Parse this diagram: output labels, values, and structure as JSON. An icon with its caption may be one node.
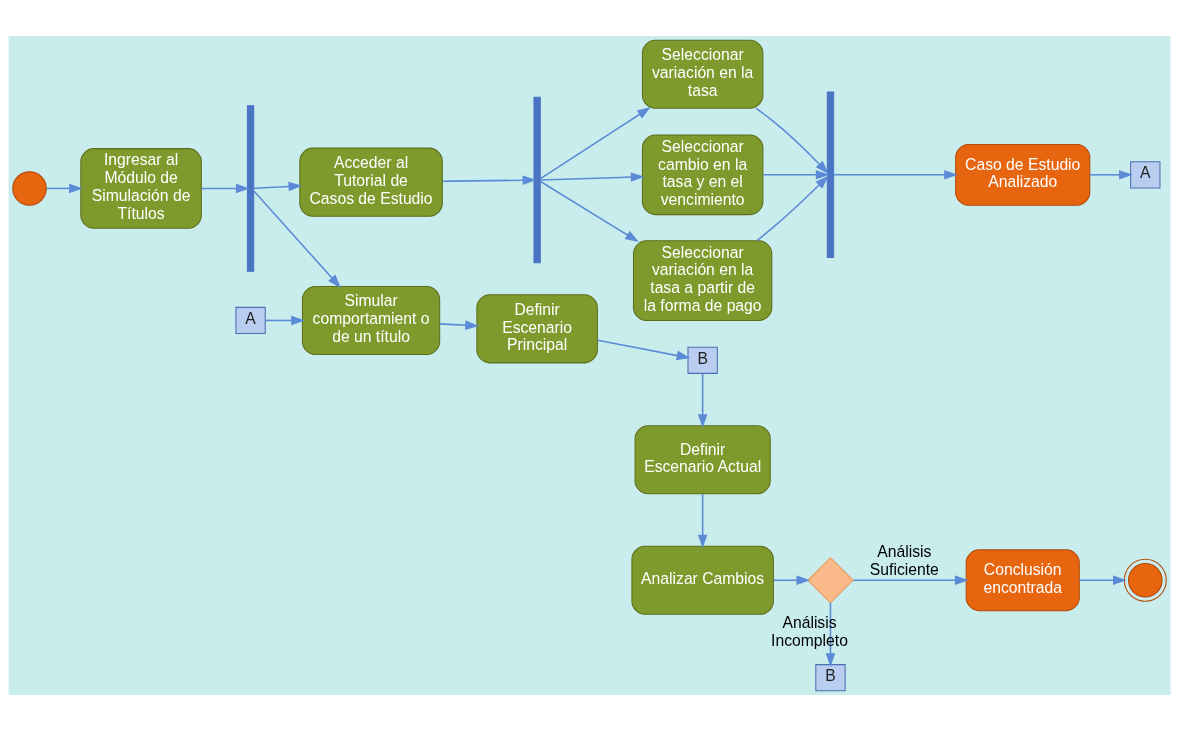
{
  "diagram": {
    "nodes": [
      {
        "text": [],
        "shape": "circle"
      },
      {
        "text": [
          "Ingresar al Módulo de Simulación de Títulos"
        ]
      },
      {
        "text": [],
        "shape": "bar"
      },
      {
        "text": [
          "Acceder al Tutorial de Casos de Estudio"
        ]
      },
      {
        "text": [
          "Simular comportamient o de un título"
        ]
      },
      {
        "text": [],
        "shape": "bar"
      },
      {
        "text": [
          "Seleccionar variación en la tasa"
        ]
      },
      {
        "text": [
          "Seleccionar cambio en la tasa y en el vencimiento"
        ]
      },
      {
        "text": [
          "Seleccionar variación en la tasa a partir de la forma de pago"
        ]
      },
      {
        "text": [],
        "shape": "bar"
      },
      {
        "text": [
          "Caso de Estudio Analizado"
        ]
      },
      {
        "text": [
          "A"
        ]
      },
      {
        "text": [
          "A"
        ]
      },
      {
        "text": [
          "Definir Escenario Principal"
        ]
      },
      {
        "text": [
          "B"
        ]
      },
      {
        "text": [
          "Definir Escenario Actual"
        ]
      },
      {
        "text": [
          "Analizar Cambios"
        ]
      },
      {
        "text": [],
        "shape": "diamond"
      },
      {
        "text": [
          "B"
        ]
      },
      {
        "text": [
          "Conclusión encontrada"
        ]
      },
      {
        "text": [],
        "shape": "circle"
      }
    ],
    "edges": [
      {
        "from": 0,
        "to": 1,
        "arrow": "to"
      },
      {
        "from": 1,
        "to": 2,
        "arrow": "to"
      },
      {
        "from": 2,
        "to": 3,
        "arrow": "to"
      },
      {
        "from": 2,
        "to": 4,
        "arrow": "to"
      },
      {
        "from": 3,
        "to": 5,
        "arrow": "to"
      },
      {
        "from": 5,
        "to": 6,
        "arrow": "to"
      },
      {
        "from": 5,
        "to": 7,
        "arrow": "to"
      },
      {
        "from": 5,
        "to": 8,
        "arrow": "to"
      },
      {
        "from": 6,
        "to": 9,
        "arrow": "to"
      },
      {
        "from": 7,
        "to": 9,
        "arrow": "to"
      },
      {
        "from": 8,
        "to": 9,
        "arrow": "to"
      },
      {
        "from": 9,
        "to": 10,
        "arrow": "to"
      },
      {
        "from": 10,
        "to": 11,
        "arrow": "to"
      },
      {
        "from": 12,
        "to": 4,
        "arrow": "to"
      },
      {
        "from": 4,
        "to": 13,
        "arrow": "to"
      },
      {
        "from": 13,
        "to": 14,
        "arrow": "to"
      },
      {
        "from": 14,
        "to": 15,
        "arrow": "to"
      },
      {
        "from": 15,
        "to": 16,
        "arrow": "to"
      },
      {
        "from": 16,
        "to": 17,
        "arrow": "to"
      },
      {
        "from": 17,
        "to": 18,
        "label": "Análisis Incompleto",
        "arrow": "to"
      },
      {
        "from": 17,
        "to": 19,
        "label": "Análisis Suficiente",
        "arrow": "to"
      },
      {
        "from": 19,
        "to": 20,
        "arrow": "to"
      }
    ]
  }
}
